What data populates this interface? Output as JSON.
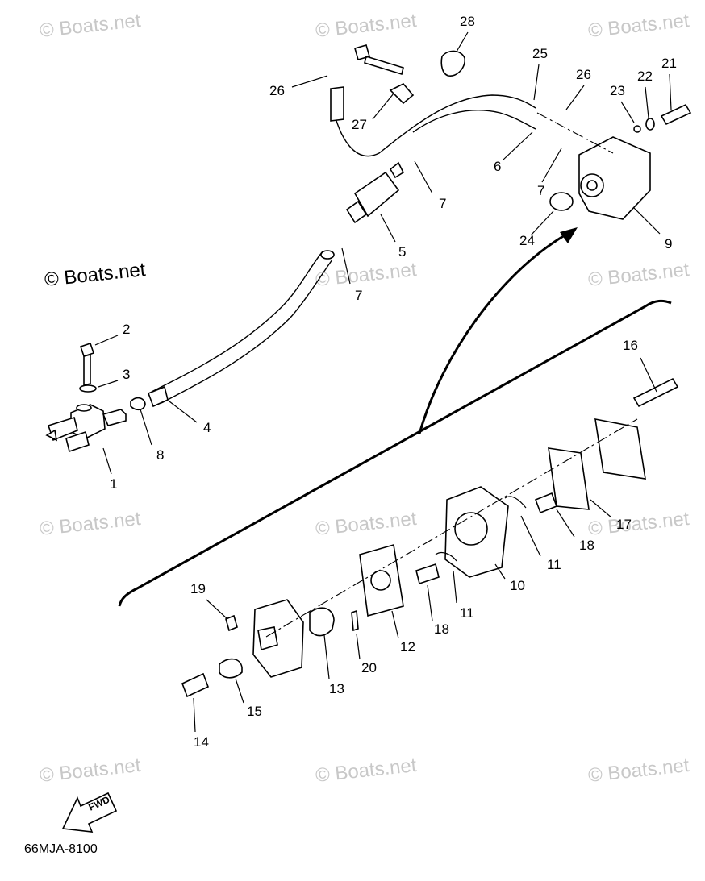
{
  "diagram": {
    "watermark": "© Boats.net",
    "drawing_code": "66MJA-8100",
    "fwd_label": "FWD",
    "callouts": [
      "1",
      "2",
      "3",
      "4",
      "5",
      "6",
      "7",
      "7",
      "7",
      "8",
      "9",
      "10",
      "11",
      "11",
      "12",
      "13",
      "14",
      "15",
      "16",
      "17",
      "18",
      "18",
      "19",
      "20",
      "21",
      "22",
      "23",
      "24",
      "25",
      "26",
      "26",
      "27",
      "28"
    ]
  }
}
